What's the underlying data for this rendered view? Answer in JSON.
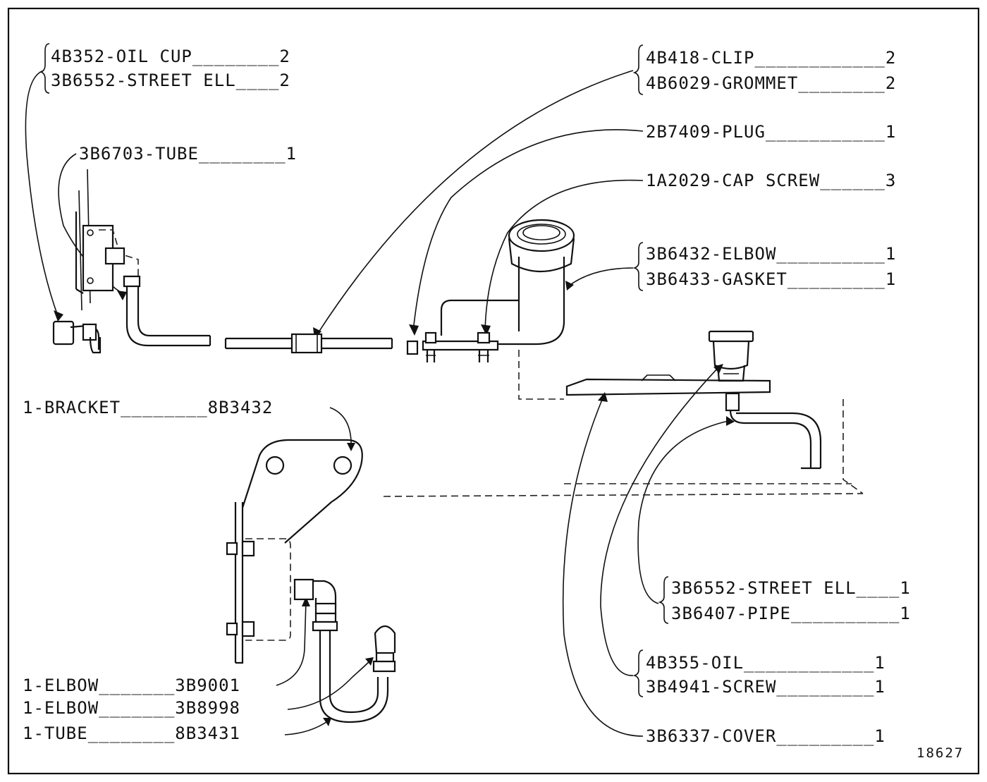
{
  "figure_number": "18627",
  "callouts": {
    "oil_cup": "4B352-OIL CUP________2",
    "street_ell_top": "3B6552-STREET ELL____2",
    "tube_top": "3B6703-TUBE________1",
    "clip": "4B418-CLIP____________2",
    "grommet": "4B6029-GROMMET________2",
    "plug": "2B7409-PLUG___________1",
    "cap_screw": "1A2029-CAP SCREW______3",
    "elbow_right": "3B6432-ELBOW__________1",
    "gasket": "3B6433-GASKET_________1",
    "bracket": "1-BRACKET________8B3432",
    "street_ell_right": "3B6552-STREET ELL____1",
    "pipe": "3B6407-PIPE__________1",
    "oil": "4B355-OIL____________1",
    "screw": "3B4941-SCREW_________1",
    "cover": "3B6337-COVER_________1",
    "elbow_a": "1-ELBOW_______3B9001",
    "elbow_b": "1-ELBOW_______3B8998",
    "tube_bottom": "1-TUBE________8B3431"
  }
}
